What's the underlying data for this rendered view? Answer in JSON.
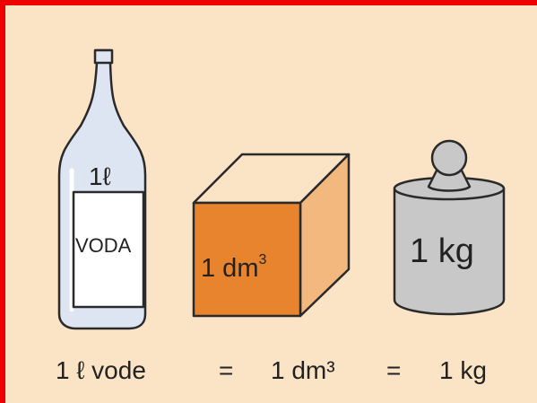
{
  "bottle": {
    "volume_label": "1ℓ",
    "label_text": "VODA"
  },
  "cube": {
    "value": "1 dm",
    "exponent": "3"
  },
  "weight": {
    "label": "1 kg"
  },
  "equation": {
    "part1": "1 ℓ vode",
    "equals1": "=",
    "part2": "1 dm³",
    "equals2": "=",
    "part3": "1 kg"
  },
  "colors": {
    "frame": "#ee0000",
    "background": "#fbe3c5",
    "bottle": "#dde4f2",
    "cube_front": "#e8842e",
    "cube_side": "#f3b87d",
    "weight": "#c8c8c8"
  }
}
